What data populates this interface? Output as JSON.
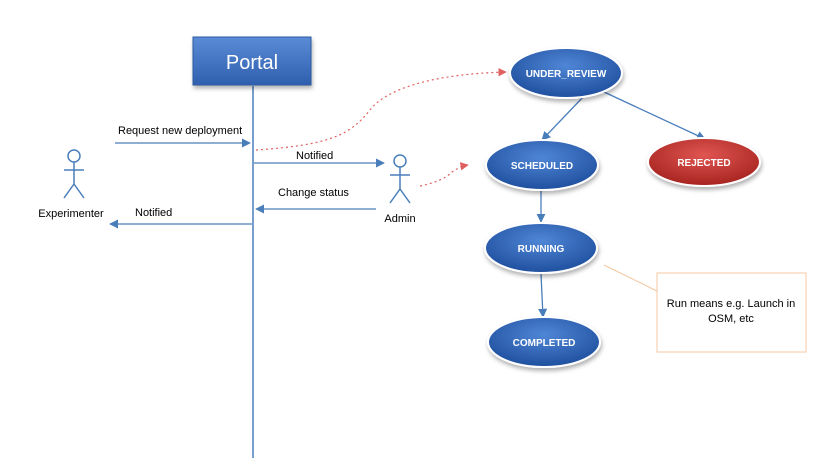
{
  "portal": {
    "title": "Portal"
  },
  "actors": {
    "experimenter": "Experimenter",
    "admin": "Admin"
  },
  "messages": {
    "request": "Request new deployment",
    "notified_admin": "Notified",
    "change_status": "Change status",
    "notified_experimenter": "Notified"
  },
  "states": {
    "under_review": "UNDER_REVIEW",
    "scheduled": "SCHEDULED",
    "rejected": "REJECTED",
    "running": "RUNNING",
    "completed": "COMPLETED"
  },
  "note": {
    "line1": "Run means e.g. Launch in",
    "line2": "OSM, etc"
  },
  "colors": {
    "portal_fill": "#3b6fc4",
    "line": "#4a7ebb",
    "state_blue": "#2f64b8",
    "state_red": "#c0302c",
    "dotted_red": "#e06060",
    "note_border": "#f4c7a0"
  }
}
